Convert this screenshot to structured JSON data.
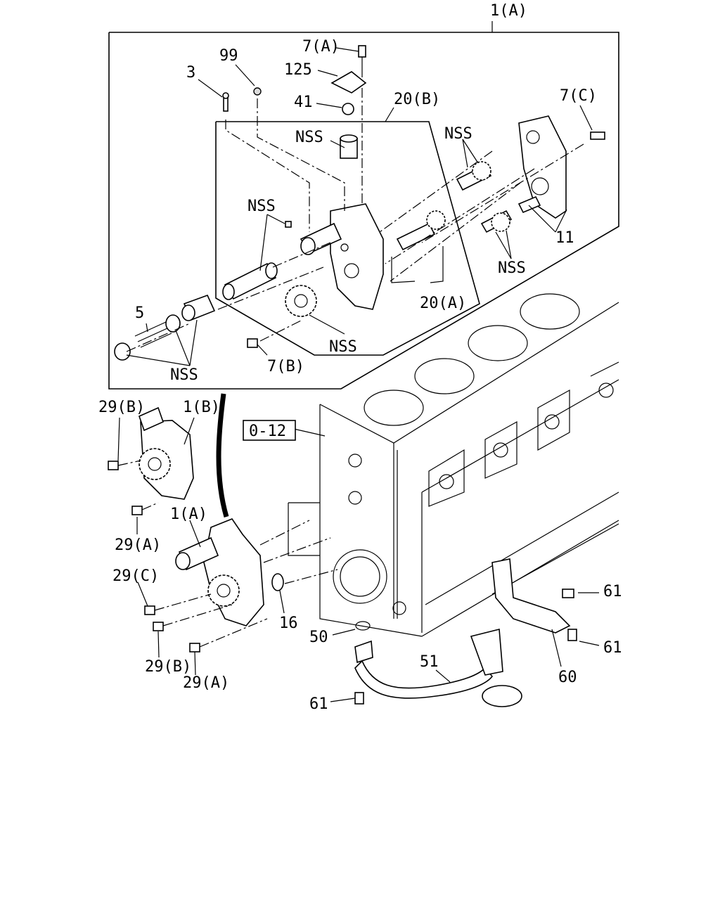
{
  "labels": {
    "top_group": "1(A)",
    "p7a": "7(A)",
    "p99": "99",
    "p3": "3",
    "p125": "125",
    "p41": "41",
    "p20b": "20(B)",
    "p7c": "7(C)",
    "nss_tube": "NSS",
    "nss_gears_top": "NSS",
    "nss_left": "NSS",
    "p11": "11",
    "nss_right": "NSS",
    "p20a": "20(A)",
    "p5": "5",
    "nss_gear": "NSS",
    "p7b": "7(B)",
    "nss_bottom": "NSS",
    "p29b_top": "29(B)",
    "p1b": "1(B)",
    "ref_box": "0-12",
    "p1a": "1(A)",
    "p29a_top": "29(A)",
    "p29c": "29(C)",
    "p16": "16",
    "p29b_bot": "29(B)",
    "p29a_bot": "29(A)",
    "p50": "50",
    "p51": "51",
    "p61_left": "61",
    "p61_top": "61",
    "p61_right": "61",
    "p60": "60"
  }
}
